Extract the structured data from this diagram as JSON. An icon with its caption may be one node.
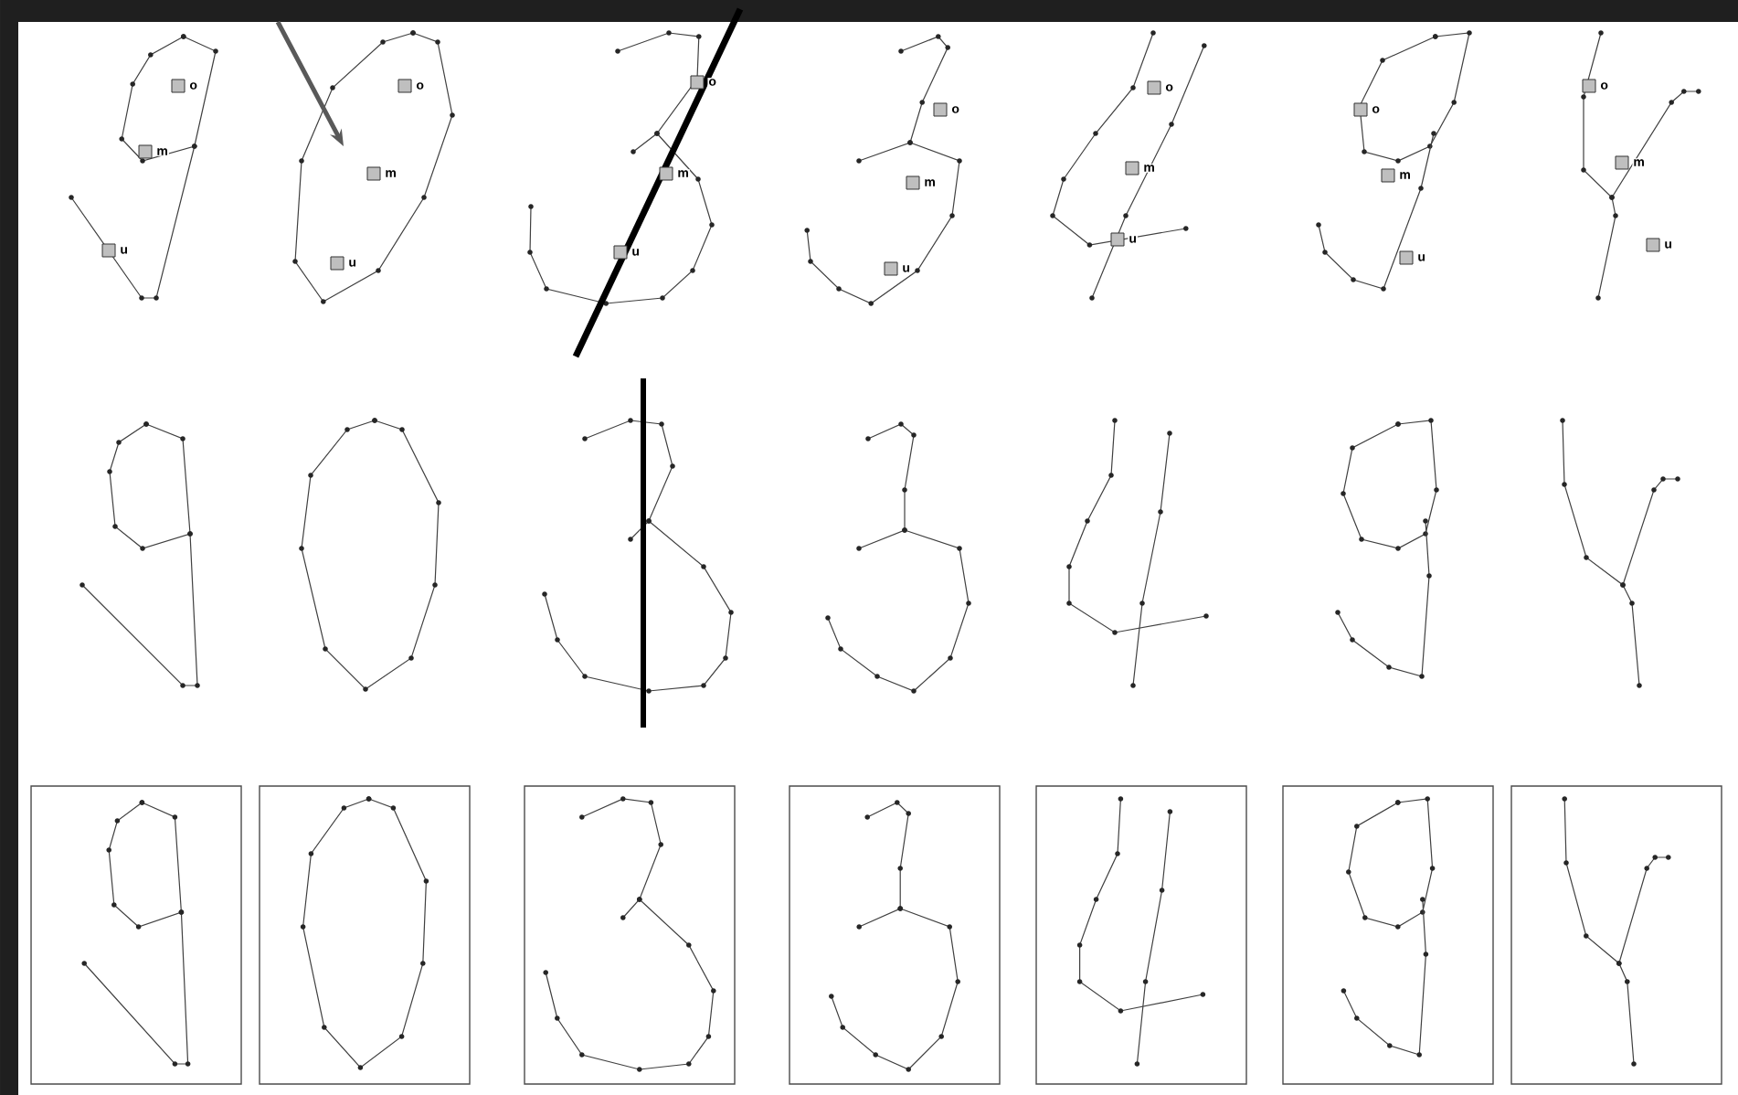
{
  "diagram": {
    "labels": [
      "o",
      "m",
      "u",
      "o",
      "m",
      "u",
      "o",
      "m",
      "u",
      "o",
      "m",
      "u",
      "o",
      "m",
      "u",
      "o",
      "m",
      "u",
      "o",
      "m",
      "u"
    ]
  }
}
